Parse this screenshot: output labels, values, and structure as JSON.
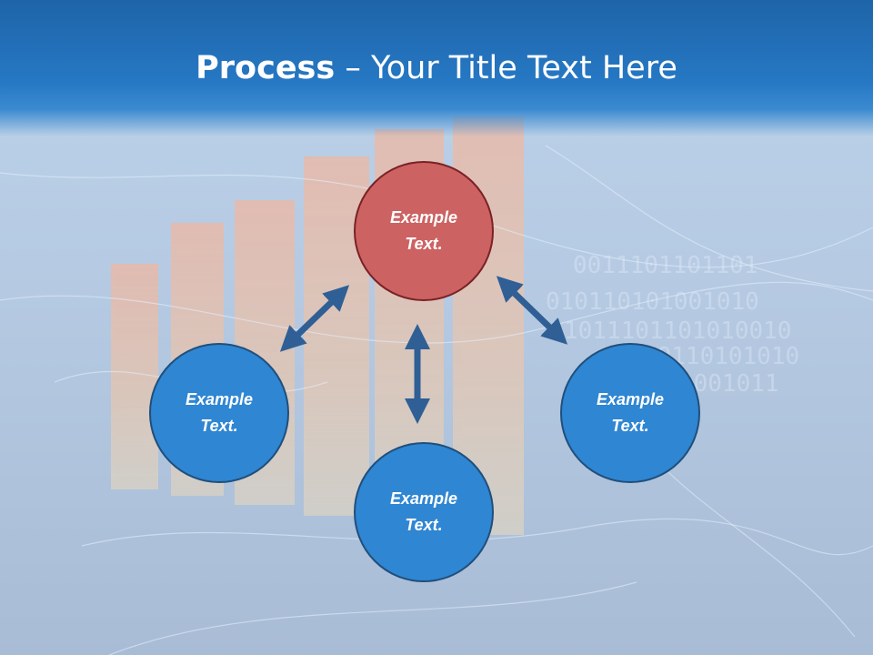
{
  "slide": {
    "title_bold": "Process",
    "title_rest": " – Your Title Text Here"
  },
  "nodes": {
    "top": {
      "text": "Example Text."
    },
    "left": {
      "text": "Example Text."
    },
    "right": {
      "text": "Example Text."
    },
    "bottom": {
      "text": "Example Text."
    }
  },
  "colors": {
    "header": "#2678c4",
    "node_blue": "#2f86d2",
    "node_red": "#cc6262",
    "arrow": "#2f5f95"
  }
}
